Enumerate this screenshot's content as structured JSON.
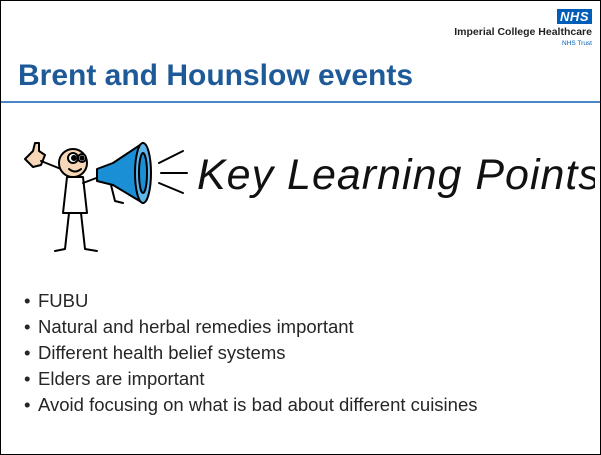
{
  "logo": {
    "badge": "NHS",
    "organization": "Imperial College Healthcare",
    "subtitle": "NHS Trust"
  },
  "slide": {
    "title": "Brent and Hounslow events",
    "banner_text": "Key Learning Points!",
    "bullets": [
      "FUBU",
      "Natural and herbal remedies important",
      "Different health belief systems",
      "Elders are important",
      "Avoid focusing on what is bad about different cuisines"
    ]
  },
  "colors": {
    "title": "#1f5a98",
    "nhs_blue": "#005eb8",
    "megaphone": "#1a8fd6",
    "rule": "#4a86c5"
  },
  "icons": {
    "illustration": "person-with-megaphone-icon"
  }
}
